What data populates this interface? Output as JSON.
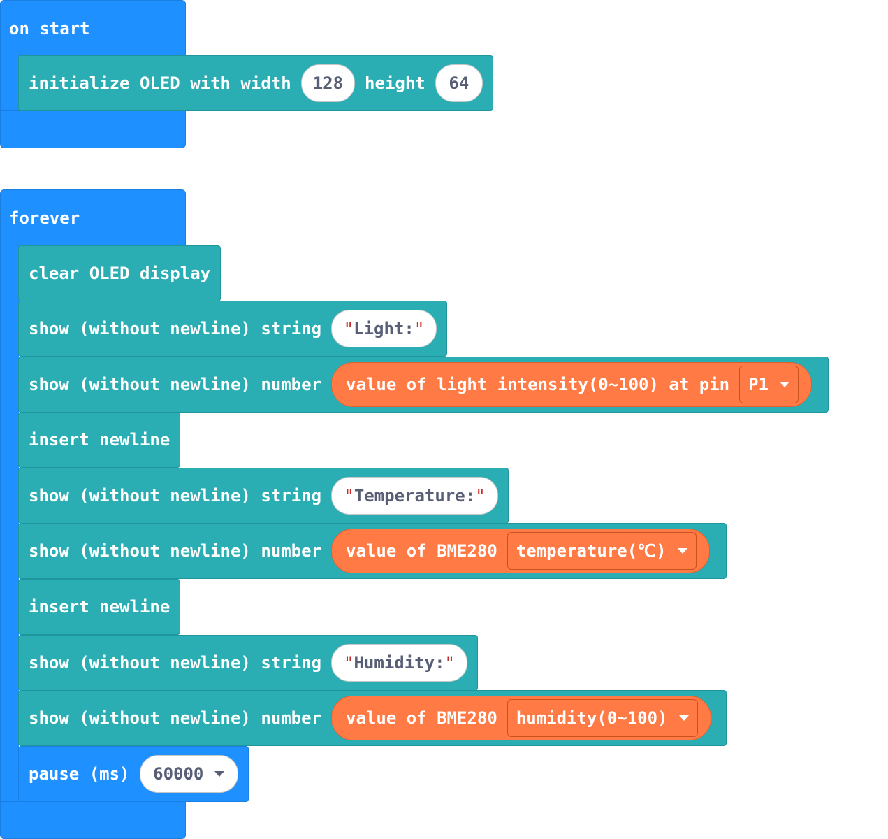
{
  "on_start": {
    "label": "on start",
    "oled_init": {
      "text1": "initialize OLED with width",
      "width": "128",
      "text2": "height",
      "height": "64"
    }
  },
  "forever": {
    "label": "forever",
    "clear": "clear OLED display",
    "show_string_label": "show (without newline) string",
    "show_number_label": "show (without newline) number",
    "newline": "insert newline",
    "light_string": "Light:",
    "light_value": "value of light intensity(0~100) at pin",
    "light_pin": "P1",
    "temp_string": "Temperature:",
    "bme_label": "value of BME280",
    "temp_option": "temperature(℃)",
    "hum_string": "Humidity:",
    "hum_option": "humidity(0~100)",
    "pause_label": "pause (ms)",
    "pause_value": "60000"
  },
  "colors": {
    "event_blue": "#1e90ff",
    "block_teal": "#2aaeb4",
    "reporter_orange": "#ff7a45",
    "string_quote": "#c82a2a"
  }
}
